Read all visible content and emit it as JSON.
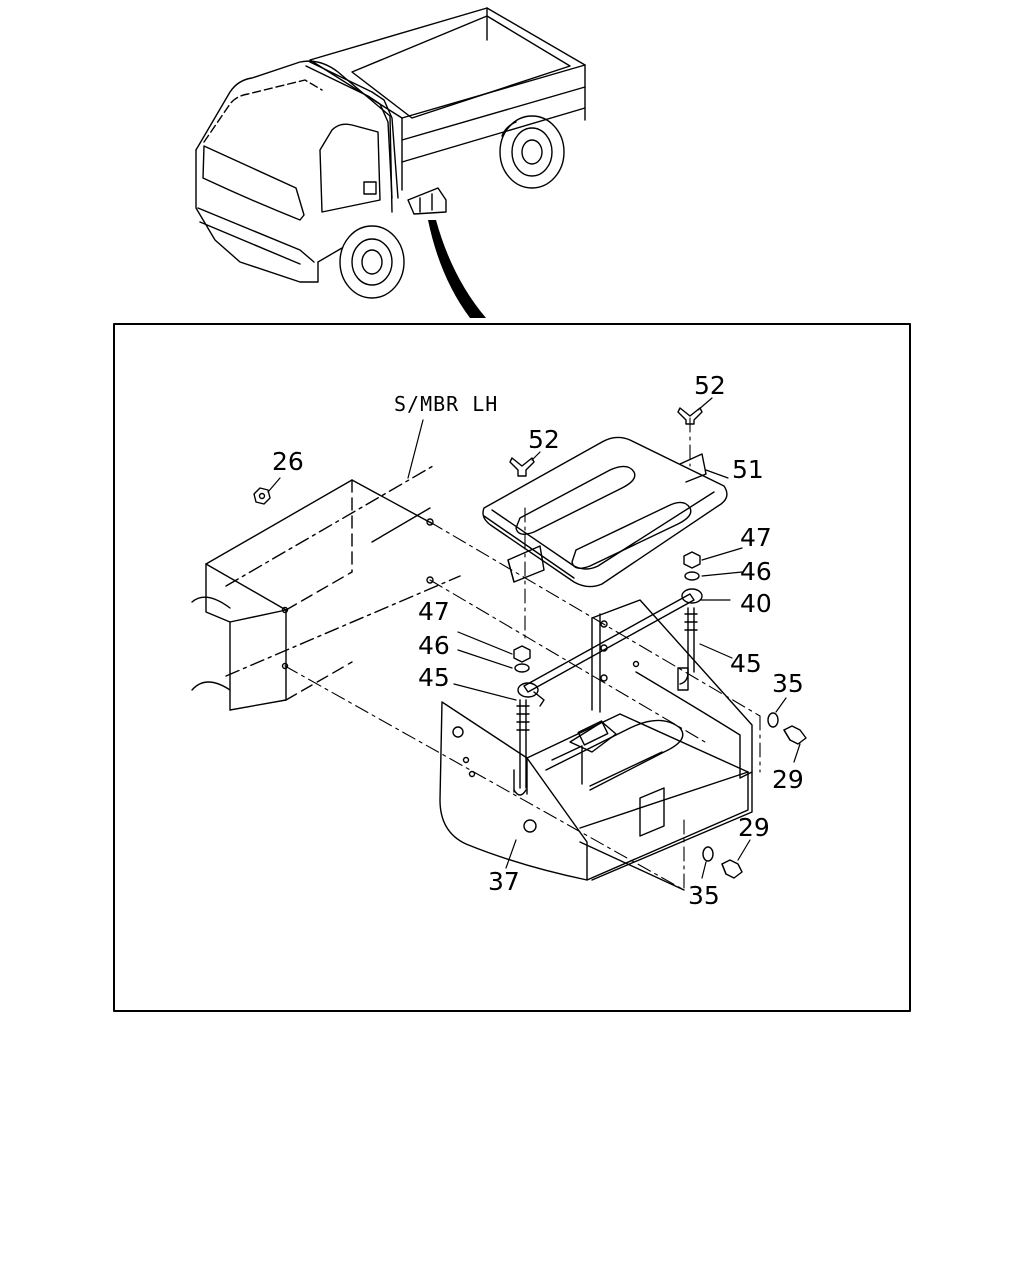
{
  "diagram": {
    "frame_label": "S/MBR LH",
    "callouts": {
      "c52_top": "52",
      "c52_left": "52",
      "c51": "51",
      "c47_right": "47",
      "c46_right": "46",
      "c40": "40",
      "c26": "26",
      "c47_left": "47",
      "c46_left": "46",
      "c45_left": "45",
      "c45_right": "45",
      "c35_right": "35",
      "c29_right": "29",
      "c29_bottom": "29",
      "c35_bottom": "35",
      "c37": "37"
    }
  }
}
